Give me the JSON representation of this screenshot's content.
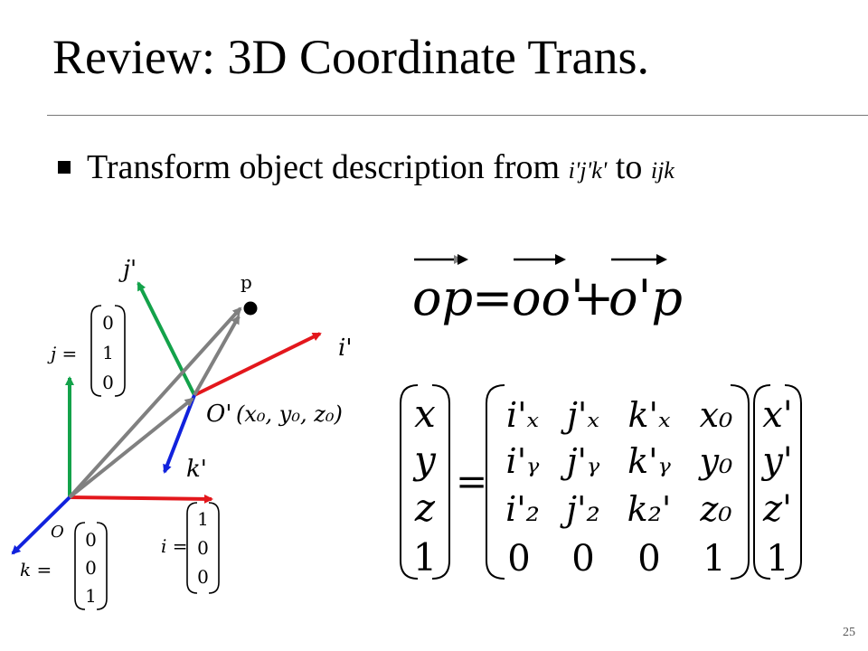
{
  "slide": {
    "title": "Review: 3D Coordinate Trans.",
    "bullet_prefix": "Transform object description from ",
    "bullet_from": "i'j'k'",
    "bullet_mid": " to ",
    "bullet_to": "ijk",
    "page_number": "25"
  },
  "diagram": {
    "point_label": "p",
    "origin_label": "O",
    "origin_prime_label": "O'",
    "origin_prime_coords": "(x₀, y₀, z₀)",
    "axis_labels": {
      "i_prime": "i'",
      "j_prime": "j'",
      "k_prime": "k'"
    },
    "vec_j": {
      "name": "j =",
      "c": [
        "0",
        "1",
        "0"
      ]
    },
    "vec_k": {
      "name": "k =",
      "c": [
        "0",
        "0",
        "1"
      ]
    },
    "vec_i": {
      "name": "i =",
      "c": [
        "1",
        "0",
        "0"
      ]
    },
    "colors": {
      "red": "#e3171c",
      "green": "#13a24a",
      "blue": "#1122dd",
      "gray": "#808080"
    }
  },
  "equation": {
    "lhs": "op",
    "equals": "=",
    "term1": "oo'",
    "plus": "+",
    "term2": "o'p"
  },
  "matrix": {
    "lhs": [
      "x",
      "y",
      "z",
      "1"
    ],
    "equals": "=",
    "rows": [
      [
        "i'ₓ",
        "j'ₓ",
        "k'ₓ",
        "x₀"
      ],
      [
        "i'ᵧ",
        "j'ᵧ",
        "k'ᵧ",
        "y₀"
      ],
      [
        "i'₂",
        "j'₂",
        "k₂'",
        "z₀"
      ],
      [
        "0",
        "0",
        "0",
        "1"
      ]
    ],
    "rhs": [
      "x'",
      "y'",
      "z'",
      "1"
    ]
  }
}
